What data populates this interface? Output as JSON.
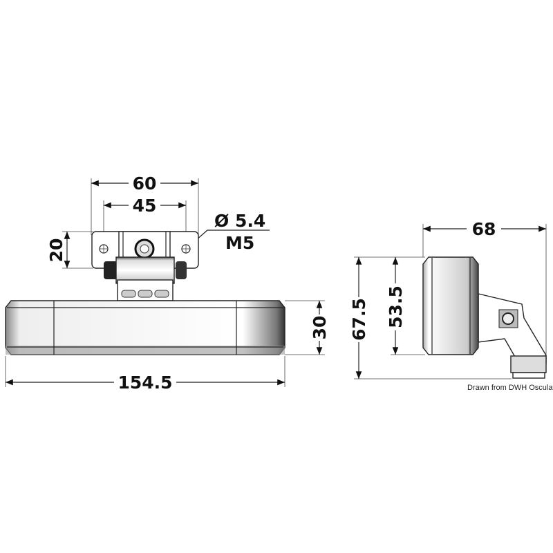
{
  "front_view": {
    "dim_bracket_outer": "60",
    "dim_hole_spacing": "45",
    "dim_bracket_height": "20",
    "hole_diameter": "Ø 5.4",
    "screw_size": "M5",
    "dim_length": "154.5",
    "dim_depth": "30"
  },
  "side_view": {
    "dim_width": "68",
    "dim_total_height": "67.5",
    "dim_body_height": "53.5"
  },
  "credit": "Drawn from DWH Osculati Srl"
}
